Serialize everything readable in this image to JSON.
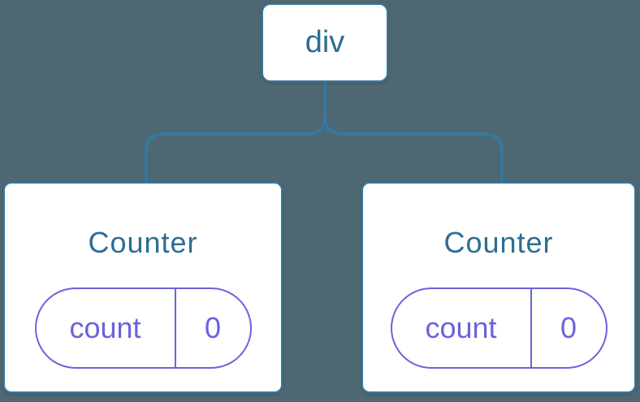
{
  "colors": {
    "background": "#4d6872",
    "line": "#3479a2",
    "node-bg": "#ffffff",
    "node-text": "#2e6d92",
    "pill": "#6a63dd"
  },
  "tree": {
    "root": {
      "label": "div"
    },
    "children": [
      {
        "title": "Counter",
        "state": [
          {
            "key": "count",
            "value": "0"
          }
        ]
      },
      {
        "title": "Counter",
        "state": [
          {
            "key": "count",
            "value": "0"
          }
        ]
      }
    ]
  }
}
